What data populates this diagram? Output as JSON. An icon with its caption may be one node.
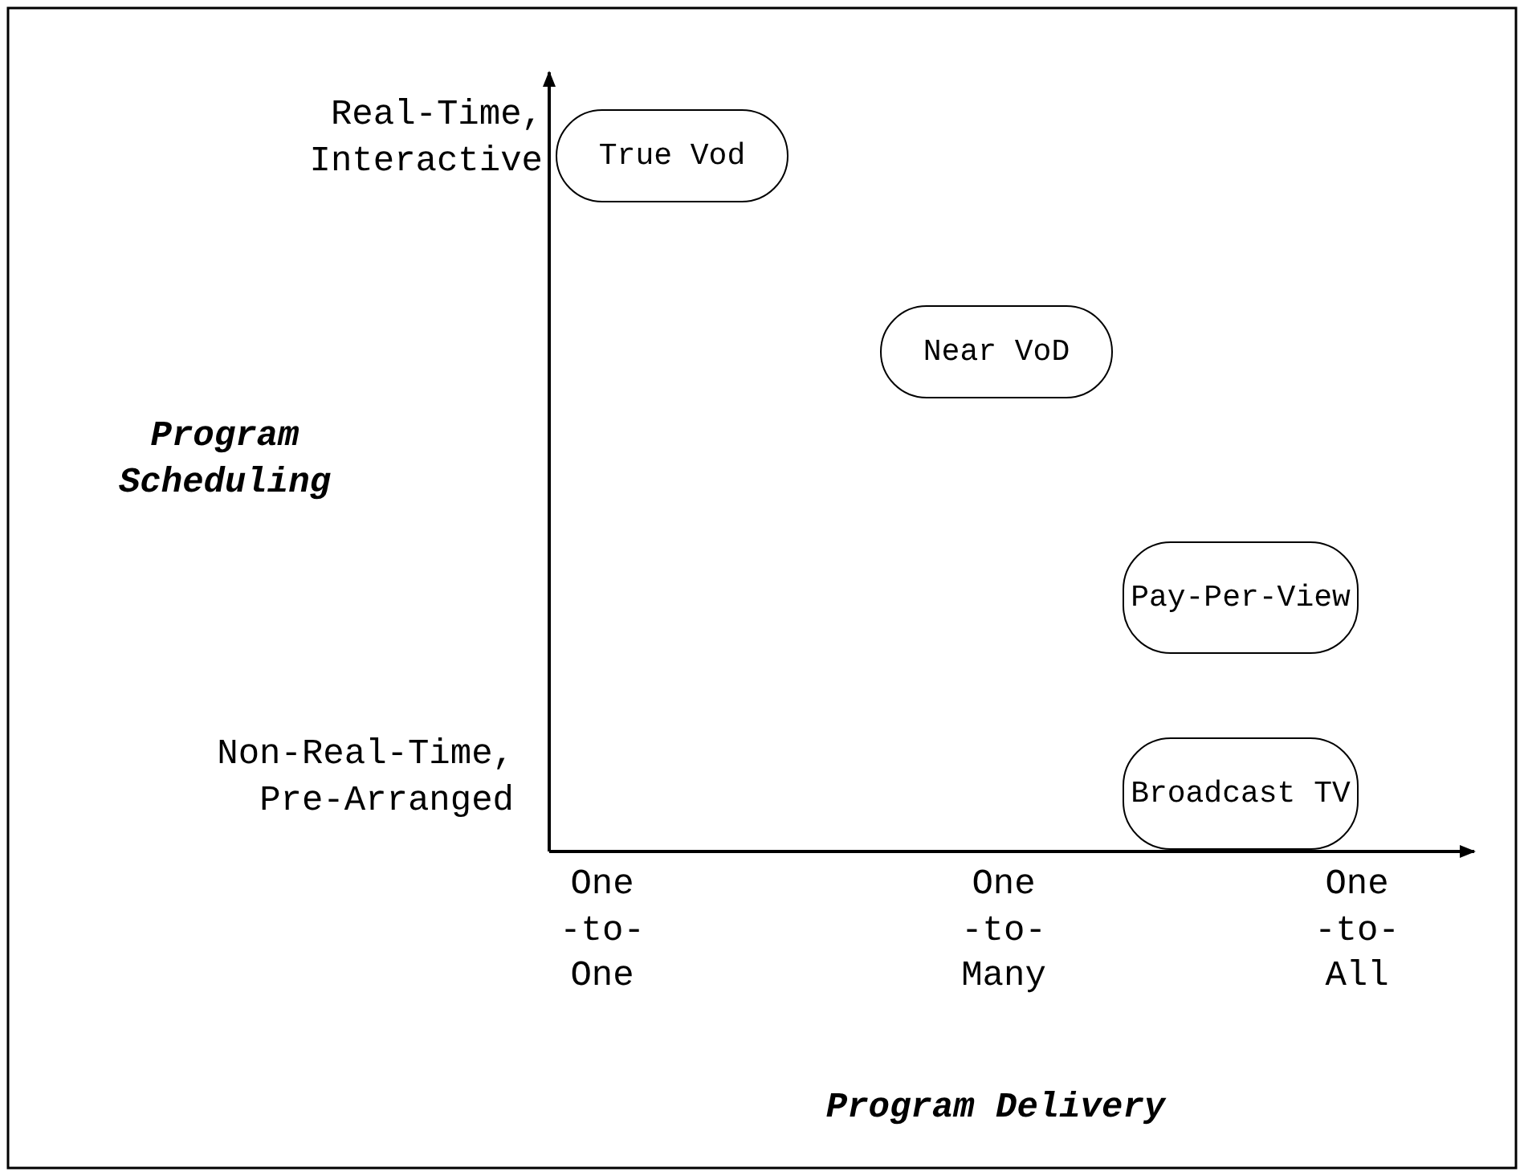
{
  "diagram": {
    "nodes": [
      {
        "text": [
          "True Vod"
        ]
      },
      {
        "text": [
          "Near VoD"
        ]
      },
      {
        "text": [
          "Pay-Per-View"
        ]
      },
      {
        "text": [
          "Broadcast TV"
        ]
      }
    ],
    "labels": [
      "Real-Time, Interactive",
      "Program Scheduling",
      "Non-Real-Time, Pre-Arranged",
      "One -to- One",
      "One -to- Many",
      "One -to- All",
      "Program Delivery"
    ]
  }
}
